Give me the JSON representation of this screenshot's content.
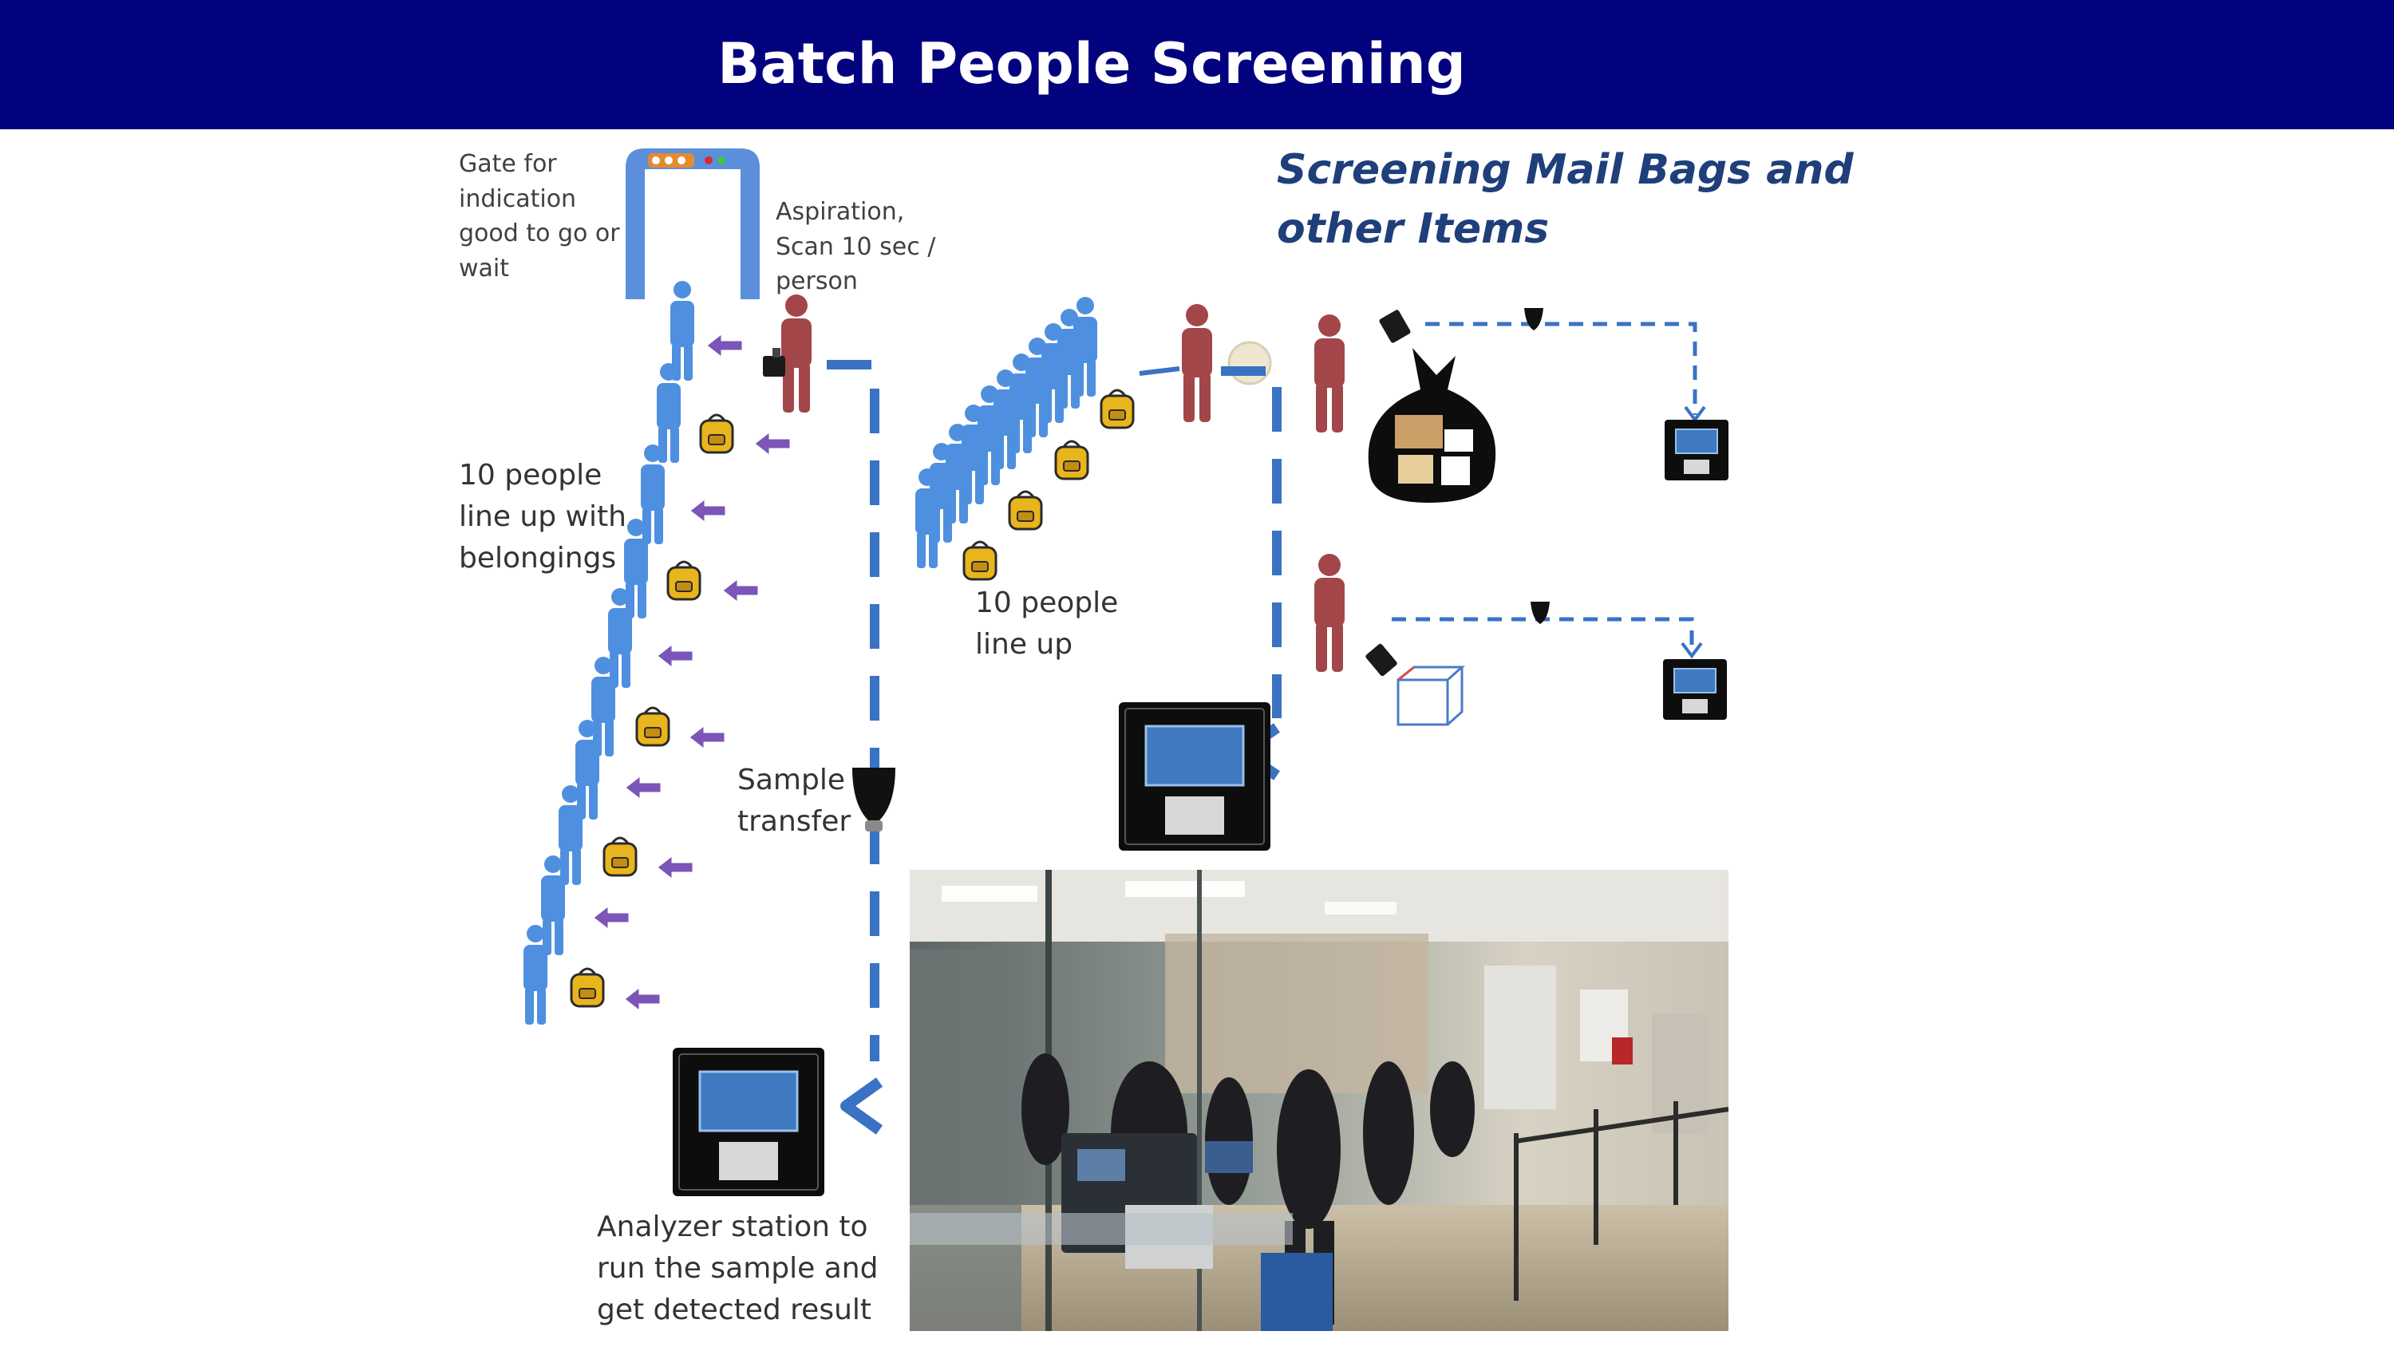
{
  "header": {
    "title": "Batch People Screening"
  },
  "labels": {
    "gate": [
      "Gate for",
      "indication",
      "good to go or",
      "wait"
    ],
    "aspiration": [
      "Aspiration,",
      "Scan 10 sec /",
      "person"
    ],
    "line_up_belongings": [
      "10 people",
      "line up with",
      "belongings"
    ],
    "sample_transfer": [
      "Sample",
      "transfer"
    ],
    "analyzer": [
      "Analyzer station  to",
      "run the sample and",
      "get detected result"
    ],
    "line_up": [
      "10 people",
      "line up"
    ]
  },
  "right_title": [
    "Screening Mail Bags and",
    "other Items"
  ],
  "colors": {
    "header_bg": "#02027f",
    "person_blue": "#4f8fe0",
    "person_red": "#a3464a",
    "arrow_purple": "#7b55b7",
    "dash_blue": "#3a72c4",
    "bag_yellow": "#e9b51c",
    "title_blue": "#1f3f7a"
  },
  "icons": [
    "gate-icon",
    "person-icon",
    "backpack-icon",
    "arrow-left-icon",
    "analyzer-icon",
    "sample-cartridge-icon",
    "mail-bag-icon",
    "box-icon",
    "wand-icon"
  ]
}
